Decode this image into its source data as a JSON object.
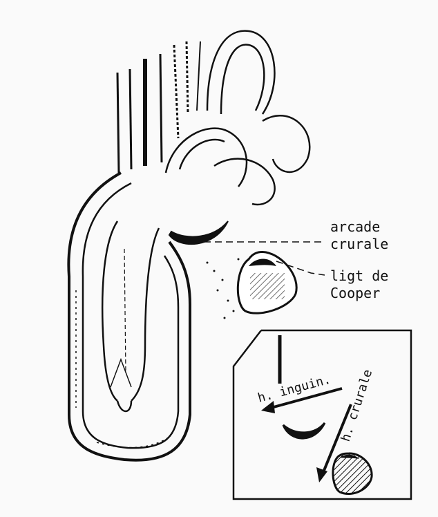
{
  "labels": {
    "arcade_line1": "arcade",
    "arcade_line2": "crurale",
    "cooper_line1": "ligt de",
    "cooper_line2": "Cooper",
    "inset_inguinal": "h. inguin.",
    "inset_crural": "h. crurale"
  },
  "colors": {
    "ink": "#111111",
    "paper": "#fafafa"
  }
}
